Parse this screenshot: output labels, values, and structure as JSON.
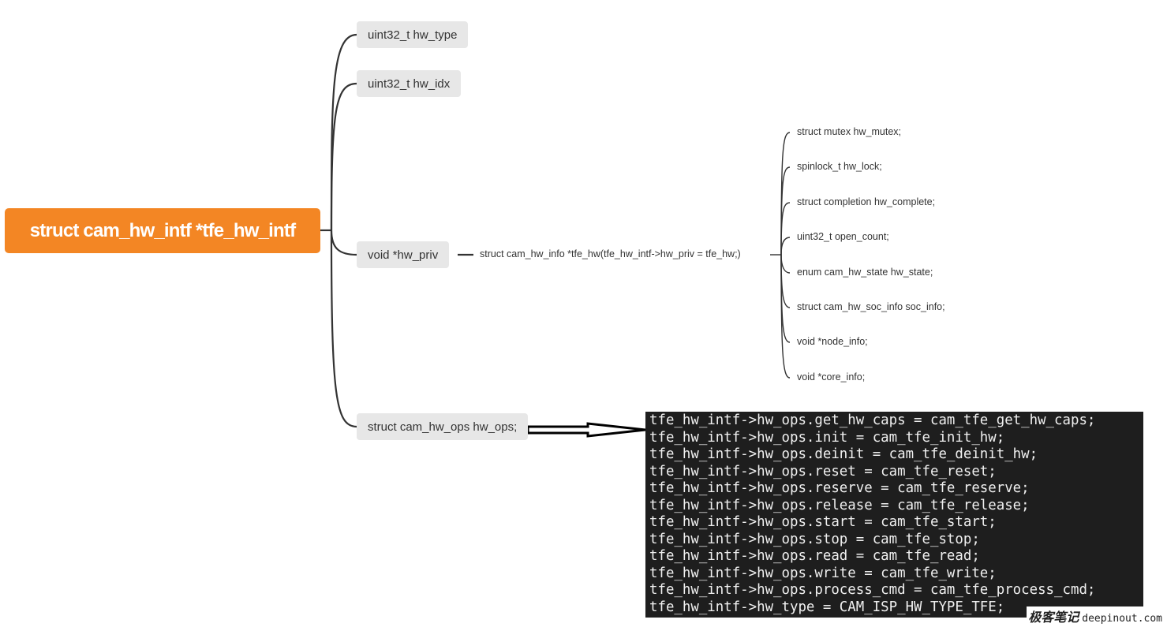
{
  "root": {
    "label": "struct cam_hw_intf *tfe_hw_intf",
    "color": "#f38624"
  },
  "children": [
    {
      "label": "uint32_t hw_type"
    },
    {
      "label": "uint32_t hw_idx"
    },
    {
      "label": "void *hw_priv"
    },
    {
      "label": "struct cam_hw_ops hw_ops;"
    }
  ],
  "hw_priv_info": {
    "label": "struct cam_hw_info *tfe_hw(tfe_hw_intf->hw_priv = tfe_hw;)",
    "fields": [
      "struct mutex hw_mutex;",
      "spinlock_t hw_lock;",
      "struct completion hw_complete;",
      "uint32_t open_count;",
      "enum cam_hw_state hw_state;",
      "struct cam_hw_soc_info soc_info;",
      "void *node_info;",
      "void *core_info;"
    ]
  },
  "code_lines": [
    "tfe_hw_intf->hw_ops.get_hw_caps = cam_tfe_get_hw_caps;",
    "tfe_hw_intf->hw_ops.init = cam_tfe_init_hw;",
    "tfe_hw_intf->hw_ops.deinit = cam_tfe_deinit_hw;",
    "tfe_hw_intf->hw_ops.reset = cam_tfe_reset;",
    "tfe_hw_intf->hw_ops.reserve = cam_tfe_reserve;",
    "tfe_hw_intf->hw_ops.release = cam_tfe_release;",
    "tfe_hw_intf->hw_ops.start = cam_tfe_start;",
    "tfe_hw_intf->hw_ops.stop = cam_tfe_stop;",
    "tfe_hw_intf->hw_ops.read = cam_tfe_read;",
    "tfe_hw_intf->hw_ops.write = cam_tfe_write;",
    "tfe_hw_intf->hw_ops.process_cmd = cam_tfe_process_cmd;",
    "tfe_hw_intf->hw_type = CAM_ISP_HW_TYPE_TFE;"
  ],
  "watermark": {
    "cn": "极客笔记",
    "en": "deepinout.com"
  }
}
